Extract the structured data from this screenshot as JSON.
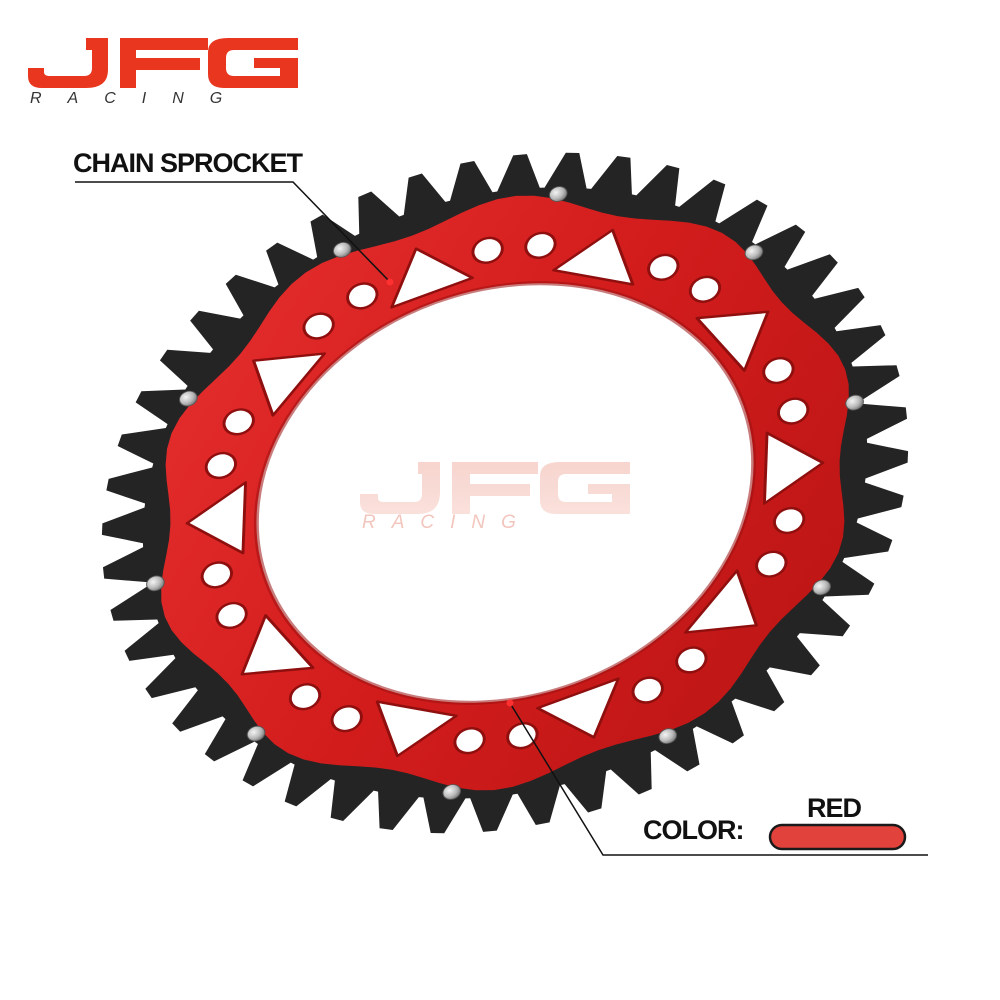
{
  "brand": {
    "logo_text": "JFG",
    "logo_subtext": "RACING",
    "watermark_text": "JFG",
    "watermark_subtext": "RACING",
    "logo_color": "#e8361f"
  },
  "product": {
    "part_label": "CHAIN SPROCKET",
    "color_label": "COLOR:",
    "color_value": "RED",
    "swatch_color": "#e2423c"
  },
  "sprocket": {
    "carrier_color": "#d81f1f",
    "ring_color": "#242424",
    "tooth_count": 48,
    "bolt_count": 10
  }
}
